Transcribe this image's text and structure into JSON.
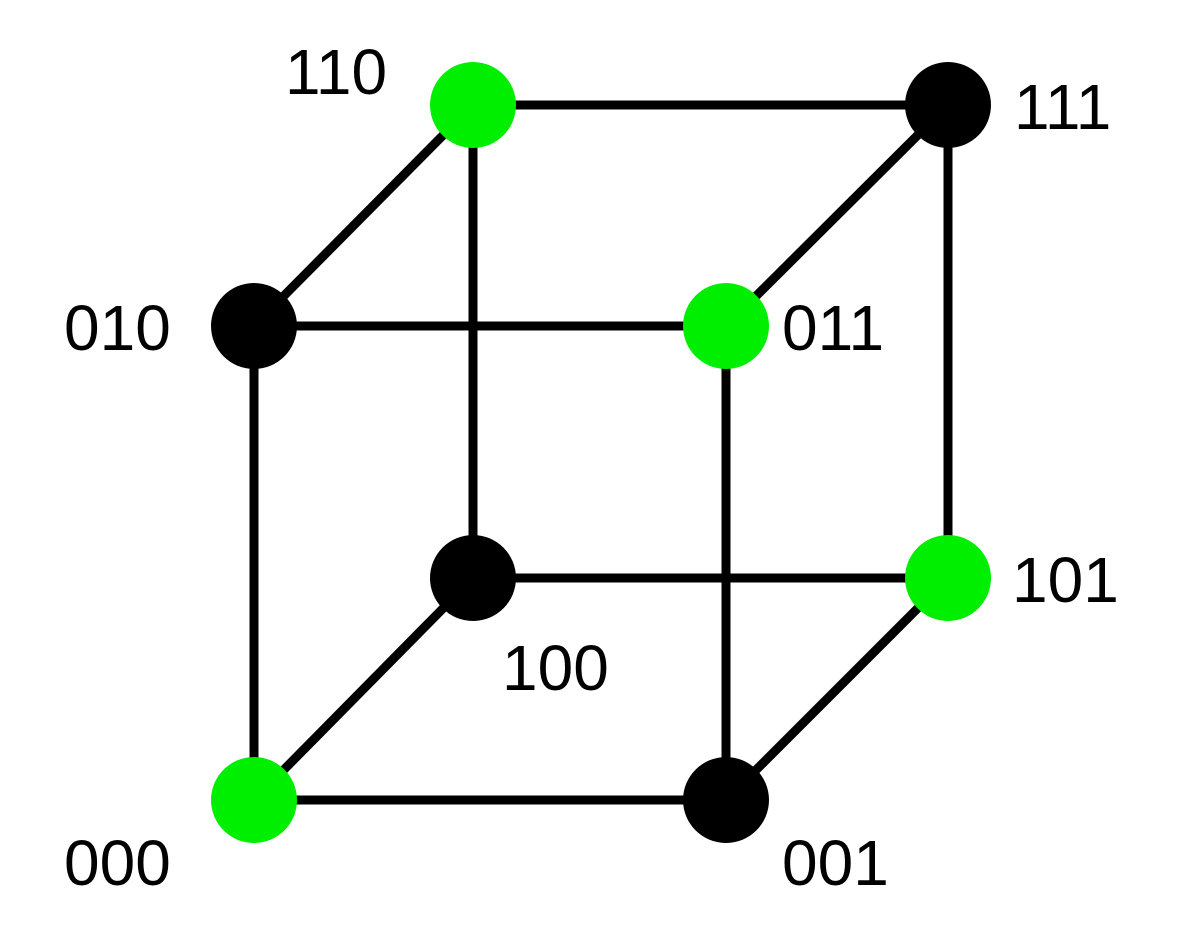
{
  "colors": {
    "highlighted": "#00ee00",
    "normal": "#000000",
    "edge": "#000000"
  },
  "vertices": [
    {
      "id": "000",
      "label": "000",
      "highlighted": true
    },
    {
      "id": "001",
      "label": "001",
      "highlighted": false
    },
    {
      "id": "010",
      "label": "010",
      "highlighted": false
    },
    {
      "id": "011",
      "label": "011",
      "highlighted": true
    },
    {
      "id": "100",
      "label": "100",
      "highlighted": false
    },
    {
      "id": "101",
      "label": "101",
      "highlighted": true
    },
    {
      "id": "110",
      "label": "110",
      "highlighted": true
    },
    {
      "id": "111",
      "label": "111",
      "highlighted": false
    }
  ],
  "edges": [
    [
      "000",
      "001"
    ],
    [
      "000",
      "010"
    ],
    [
      "000",
      "100"
    ],
    [
      "001",
      "011"
    ],
    [
      "001",
      "101"
    ],
    [
      "010",
      "011"
    ],
    [
      "010",
      "110"
    ],
    [
      "011",
      "111"
    ],
    [
      "100",
      "101"
    ],
    [
      "100",
      "110"
    ],
    [
      "101",
      "111"
    ],
    [
      "110",
      "111"
    ]
  ]
}
